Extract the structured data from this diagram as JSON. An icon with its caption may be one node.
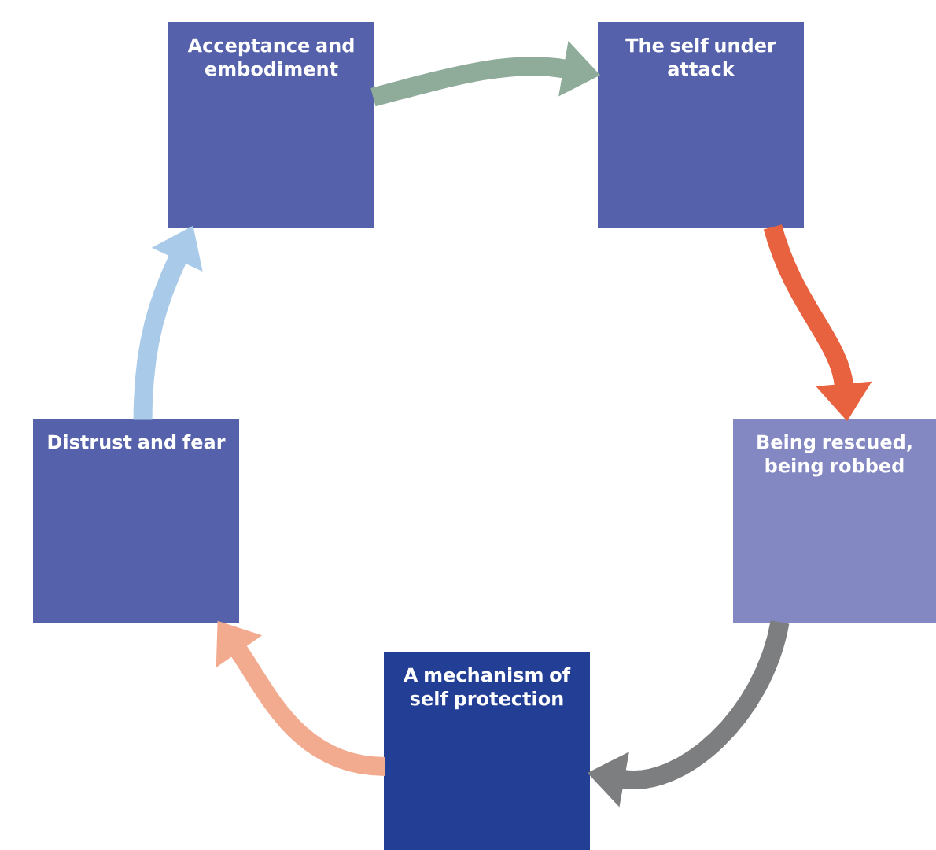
{
  "diagram": {
    "nodes": [
      {
        "text": [
          "Acceptance and embodiment"
        ]
      },
      {
        "text": [
          "The self under attack"
        ]
      },
      {
        "text": [
          "Being rescued, being robbed"
        ]
      },
      {
        "text": [
          "A mechanism of self protection"
        ]
      },
      {
        "text": [
          "Distrust and fear"
        ]
      }
    ],
    "edges": [
      {
        "from": 0,
        "to": 1,
        "arrow": "to",
        "color": "#8fab9a"
      },
      {
        "from": 1,
        "to": 2,
        "arrow": "to",
        "color": "#e8623f"
      },
      {
        "from": 2,
        "to": 3,
        "arrow": "to",
        "color": "#7c7e80"
      },
      {
        "from": 3,
        "to": 4,
        "arrow": "to",
        "color": "#f2ab8f"
      },
      {
        "from": 4,
        "to": 0,
        "arrow": "to",
        "color": "#a9cbe9"
      }
    ]
  }
}
